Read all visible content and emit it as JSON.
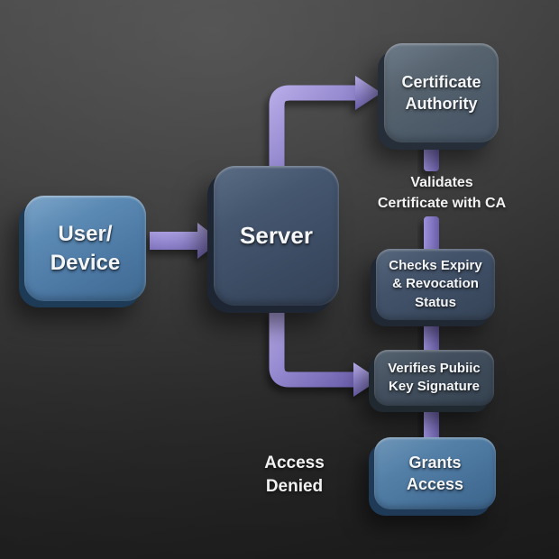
{
  "diagram": {
    "type": "flowchart",
    "background_color": "#3a3a3a",
    "arrow_color": "#8d80cc",
    "text_color": "#f4f6f8",
    "nodes": {
      "user_device": {
        "label": "User/\nDevice",
        "fill": "#5585b0"
      },
      "server": {
        "label": "Server",
        "fill": "#3c4c63"
      },
      "certificate_authority": {
        "label": "Certificate\nAuthority",
        "fill": "#4e5c6b"
      },
      "checks_expiry": {
        "label": "Checks Expiry\n& Revocation\nStatus",
        "fill": "#3c4b5f"
      },
      "verifies_signature": {
        "label": "Verifies Pubiic\nKey Signature",
        "fill": "#3d4b5a"
      },
      "grants_access": {
        "label": "Grants\nAccess",
        "fill": "#4f7aa4"
      }
    },
    "floating_labels": {
      "validates": "Validates\nCertificate with CA",
      "access_denied": "Access\nDenied"
    },
    "edges": [
      {
        "from": "User/Device",
        "to": "Server",
        "style": "elbow-right-arrow"
      },
      {
        "from": "Server",
        "to": "Certificate Authority",
        "style": "up-then-right-arrow"
      },
      {
        "from": "Certificate Authority",
        "to": "Checks Expiry & Revocation Status",
        "via": "Validates Certificate with CA",
        "style": "vertical-connector"
      },
      {
        "from": "Checks Expiry & Revocation Status",
        "to": "Verifies Pubiic Key Signature",
        "style": "vertical-connector"
      },
      {
        "from": "Server",
        "to": "Verifies Pubiic Key Signature",
        "style": "down-then-right-arrow"
      },
      {
        "from": "Verifies Pubiic Key Signature",
        "to": "Grants Access",
        "style": "vertical-connector"
      }
    ]
  }
}
